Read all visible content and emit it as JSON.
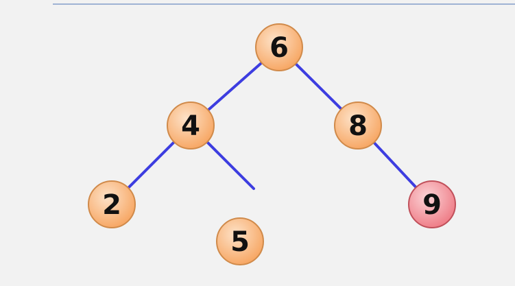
{
  "tree": {
    "nodes": [
      {
        "id": "n6",
        "label": "6",
        "highlight": false
      },
      {
        "id": "n4",
        "label": "4",
        "highlight": false
      },
      {
        "id": "n8",
        "label": "8",
        "highlight": false
      },
      {
        "id": "n2",
        "label": "2",
        "highlight": false
      },
      {
        "id": "n5",
        "label": "5",
        "highlight": false
      },
      {
        "id": "n9",
        "label": "9",
        "highlight": true
      }
    ],
    "edges": [
      {
        "from": "n6",
        "to": "n4"
      },
      {
        "from": "n6",
        "to": "n8"
      },
      {
        "from": "n4",
        "to": "n2"
      },
      {
        "from": "n4",
        "to": "dangling-right"
      },
      {
        "from": "n8",
        "to": "n9"
      }
    ]
  },
  "colors": {
    "edge": "#3d3de0",
    "node_fill_light": "#fde2c8",
    "node_fill_dark": "#f7a866",
    "highlight_fill_light": "#fbd3d6",
    "highlight_fill_dark": "#ef7f89",
    "background": "#f2f2f2"
  }
}
